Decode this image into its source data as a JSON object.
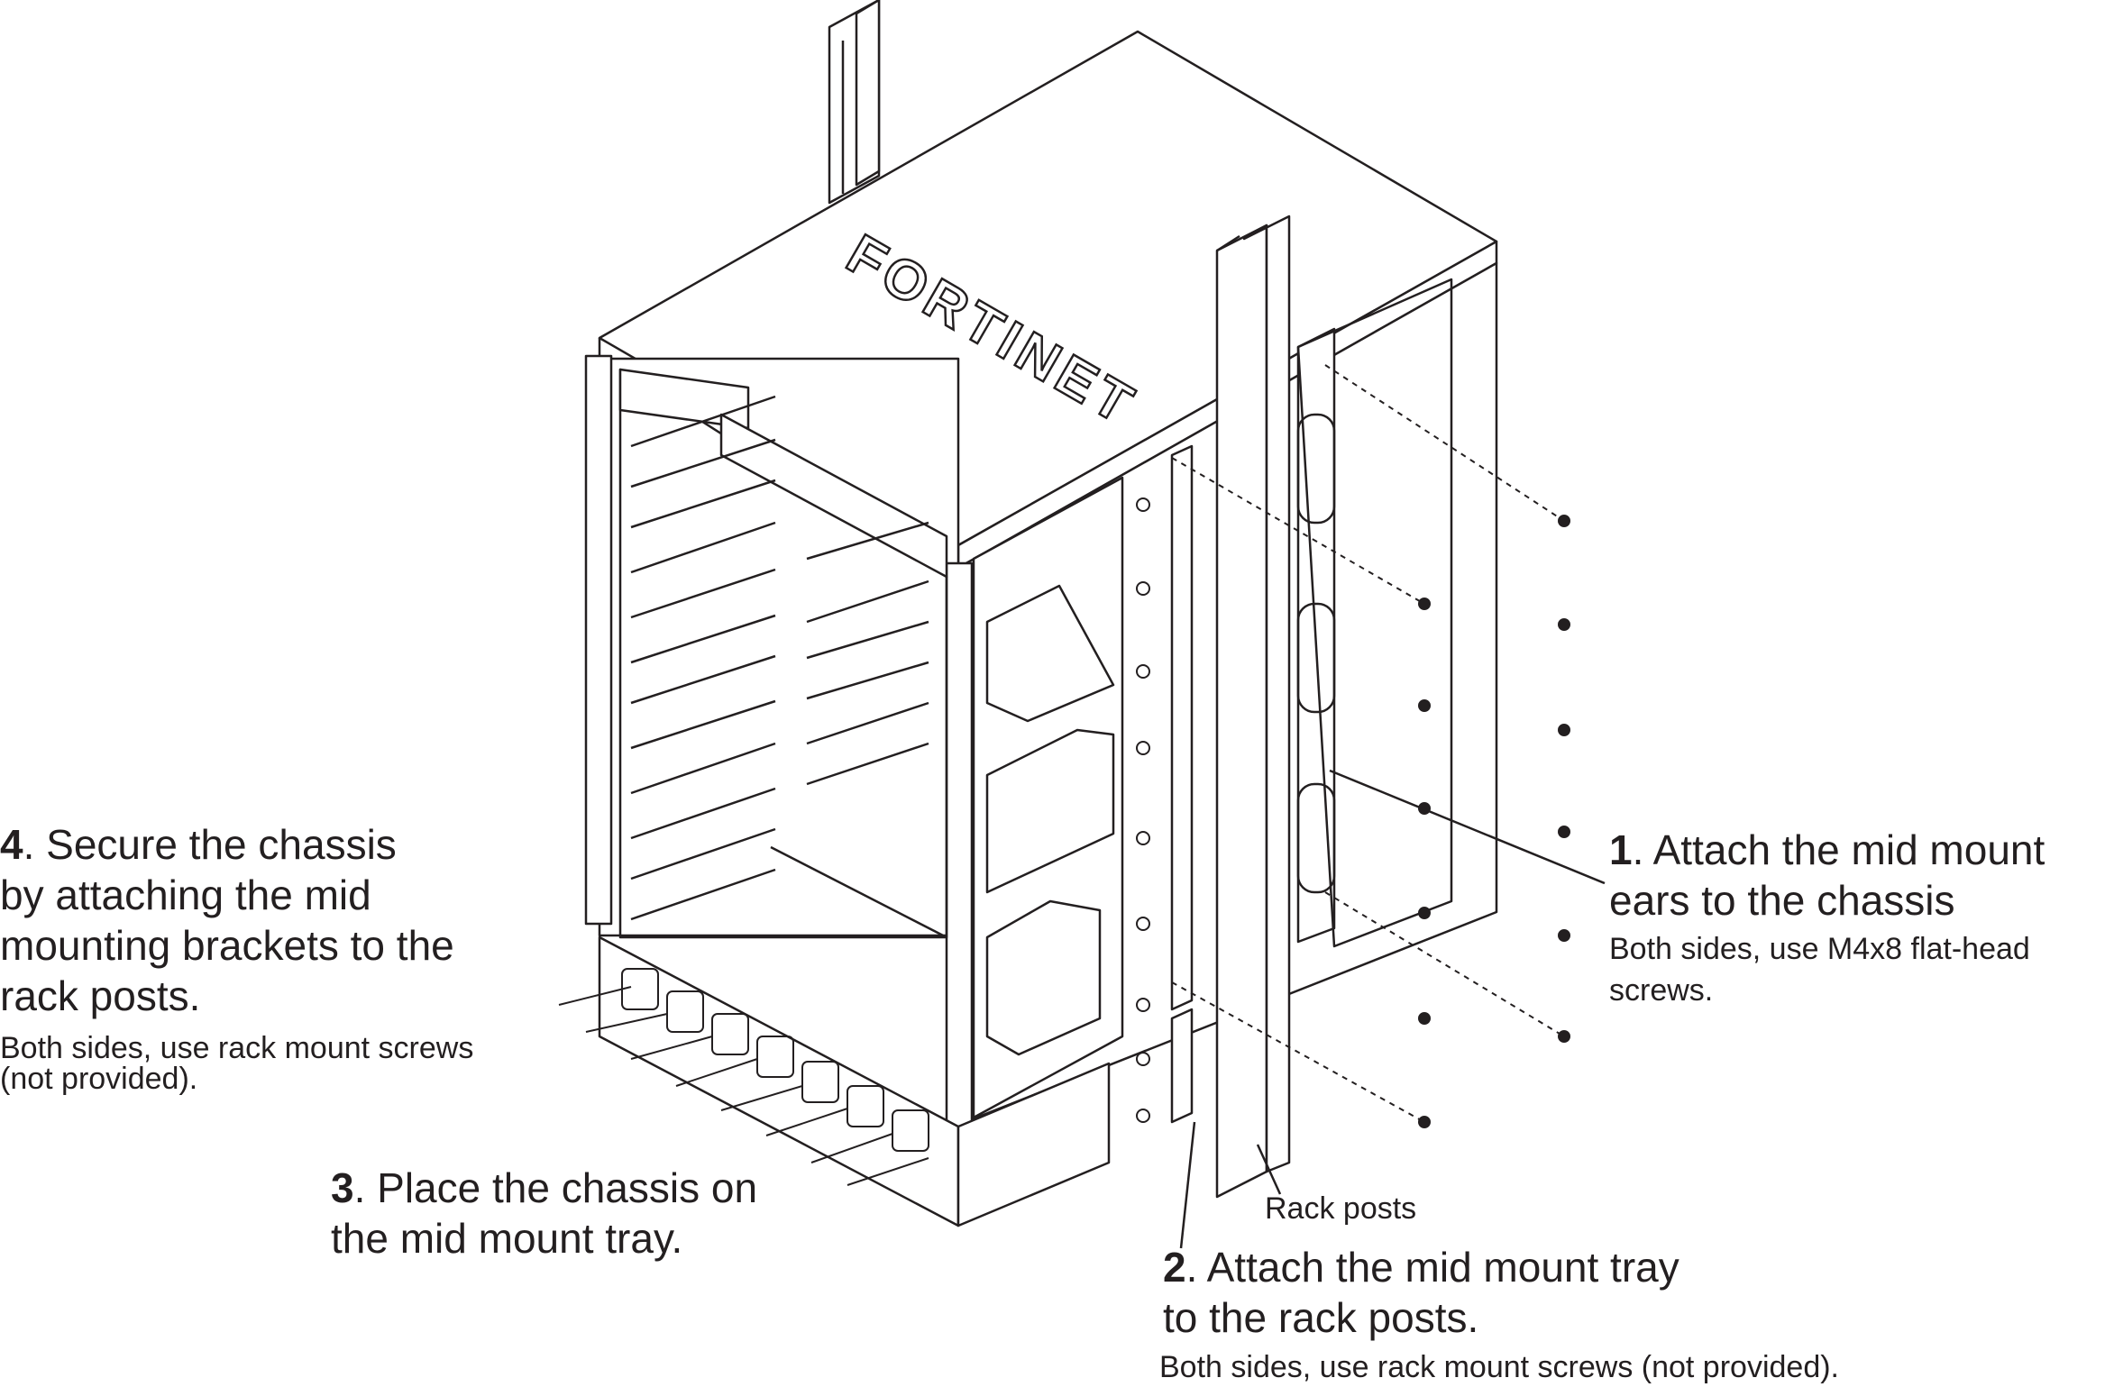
{
  "steps": {
    "step1": {
      "number": "1",
      "title_lines": [
        ". Attach the mid mount",
        "ears to the chassis"
      ],
      "note_lines": [
        "Both sides, use M4x8 flat-head",
        "screws."
      ]
    },
    "step2": {
      "number": "2",
      "title_lines": [
        ". Attach the mid mount tray",
        "to the rack posts."
      ],
      "note_lines": [
        "Both sides, use rack mount screws (not provided)."
      ]
    },
    "step3": {
      "number": "3",
      "title_lines": [
        ". Place the chassis on",
        "the mid mount tray."
      ]
    },
    "step4": {
      "number": "4",
      "title_lines": [
        ". Secure the chassis",
        "by attaching the mid",
        "mounting brackets to the",
        "rack posts."
      ],
      "note_lines": [
        "Both sides, use rack mount screws",
        "(not provided)."
      ]
    }
  },
  "rack_label": "Rack posts",
  "logo_text": "FORTINET",
  "colors": {
    "line": "#231f20",
    "background": "#ffffff"
  }
}
